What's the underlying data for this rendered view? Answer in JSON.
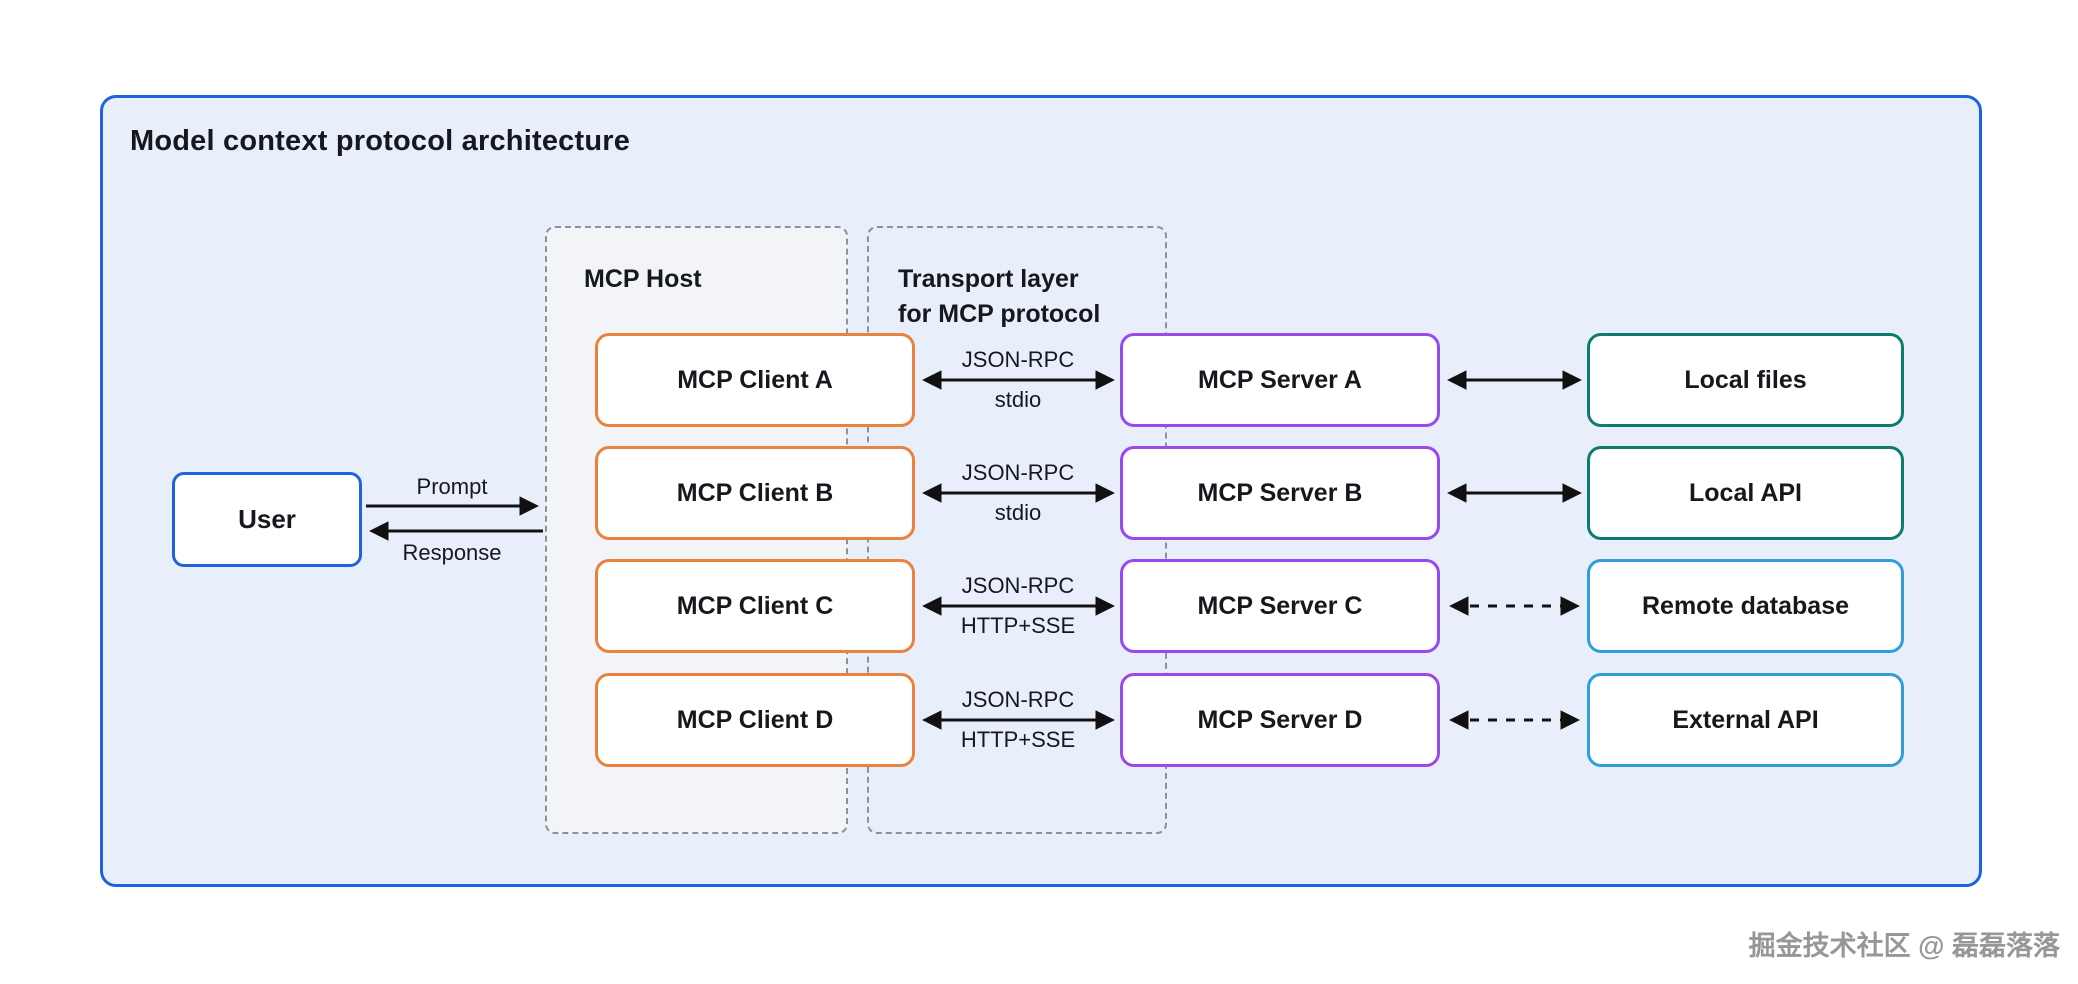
{
  "title": "Model context protocol architecture",
  "host": {
    "label": "MCP Host"
  },
  "transport": {
    "line1": "Transport layer",
    "line2": "for MCP protocol"
  },
  "user": {
    "label": "User"
  },
  "flow": {
    "prompt": "Prompt",
    "response": "Response"
  },
  "clients": [
    {
      "label": "MCP Client A"
    },
    {
      "label": "MCP Client B"
    },
    {
      "label": "MCP Client C"
    },
    {
      "label": "MCP Client D"
    }
  ],
  "servers": [
    {
      "label": "MCP Server A"
    },
    {
      "label": "MCP Server B"
    },
    {
      "label": "MCP Server C"
    },
    {
      "label": "MCP Server D"
    }
  ],
  "resources": [
    {
      "label": "Local files",
      "accent": "#0f7b6f",
      "link_style": "solid"
    },
    {
      "label": "Local API",
      "accent": "#0f7b6f",
      "link_style": "solid"
    },
    {
      "label": "Remote database",
      "accent": "#2e9fd9",
      "link_style": "dashed"
    },
    {
      "label": "External API",
      "accent": "#2e9fd9",
      "link_style": "dashed"
    }
  ],
  "links": [
    {
      "protocol": "JSON-RPC",
      "transport": "stdio"
    },
    {
      "protocol": "JSON-RPC",
      "transport": "stdio"
    },
    {
      "protocol": "JSON-RPC",
      "transport": "HTTP+SSE"
    },
    {
      "protocol": "JSON-RPC",
      "transport": "HTTP+SSE"
    }
  ],
  "watermark": "掘金技术社区 @ 磊磊落落",
  "colors": {
    "panel_border": "#1e63dd",
    "panel_bg": "#e9effa",
    "host_bg": "#f3f4f7",
    "dashed_border": "#8b929c",
    "client_border": "#e8823c",
    "server_border": "#9949ec",
    "local_resource_border": "#0f7b6f",
    "remote_resource_border": "#2e9fd9",
    "text": "#15181c",
    "arrow": "#111111"
  }
}
